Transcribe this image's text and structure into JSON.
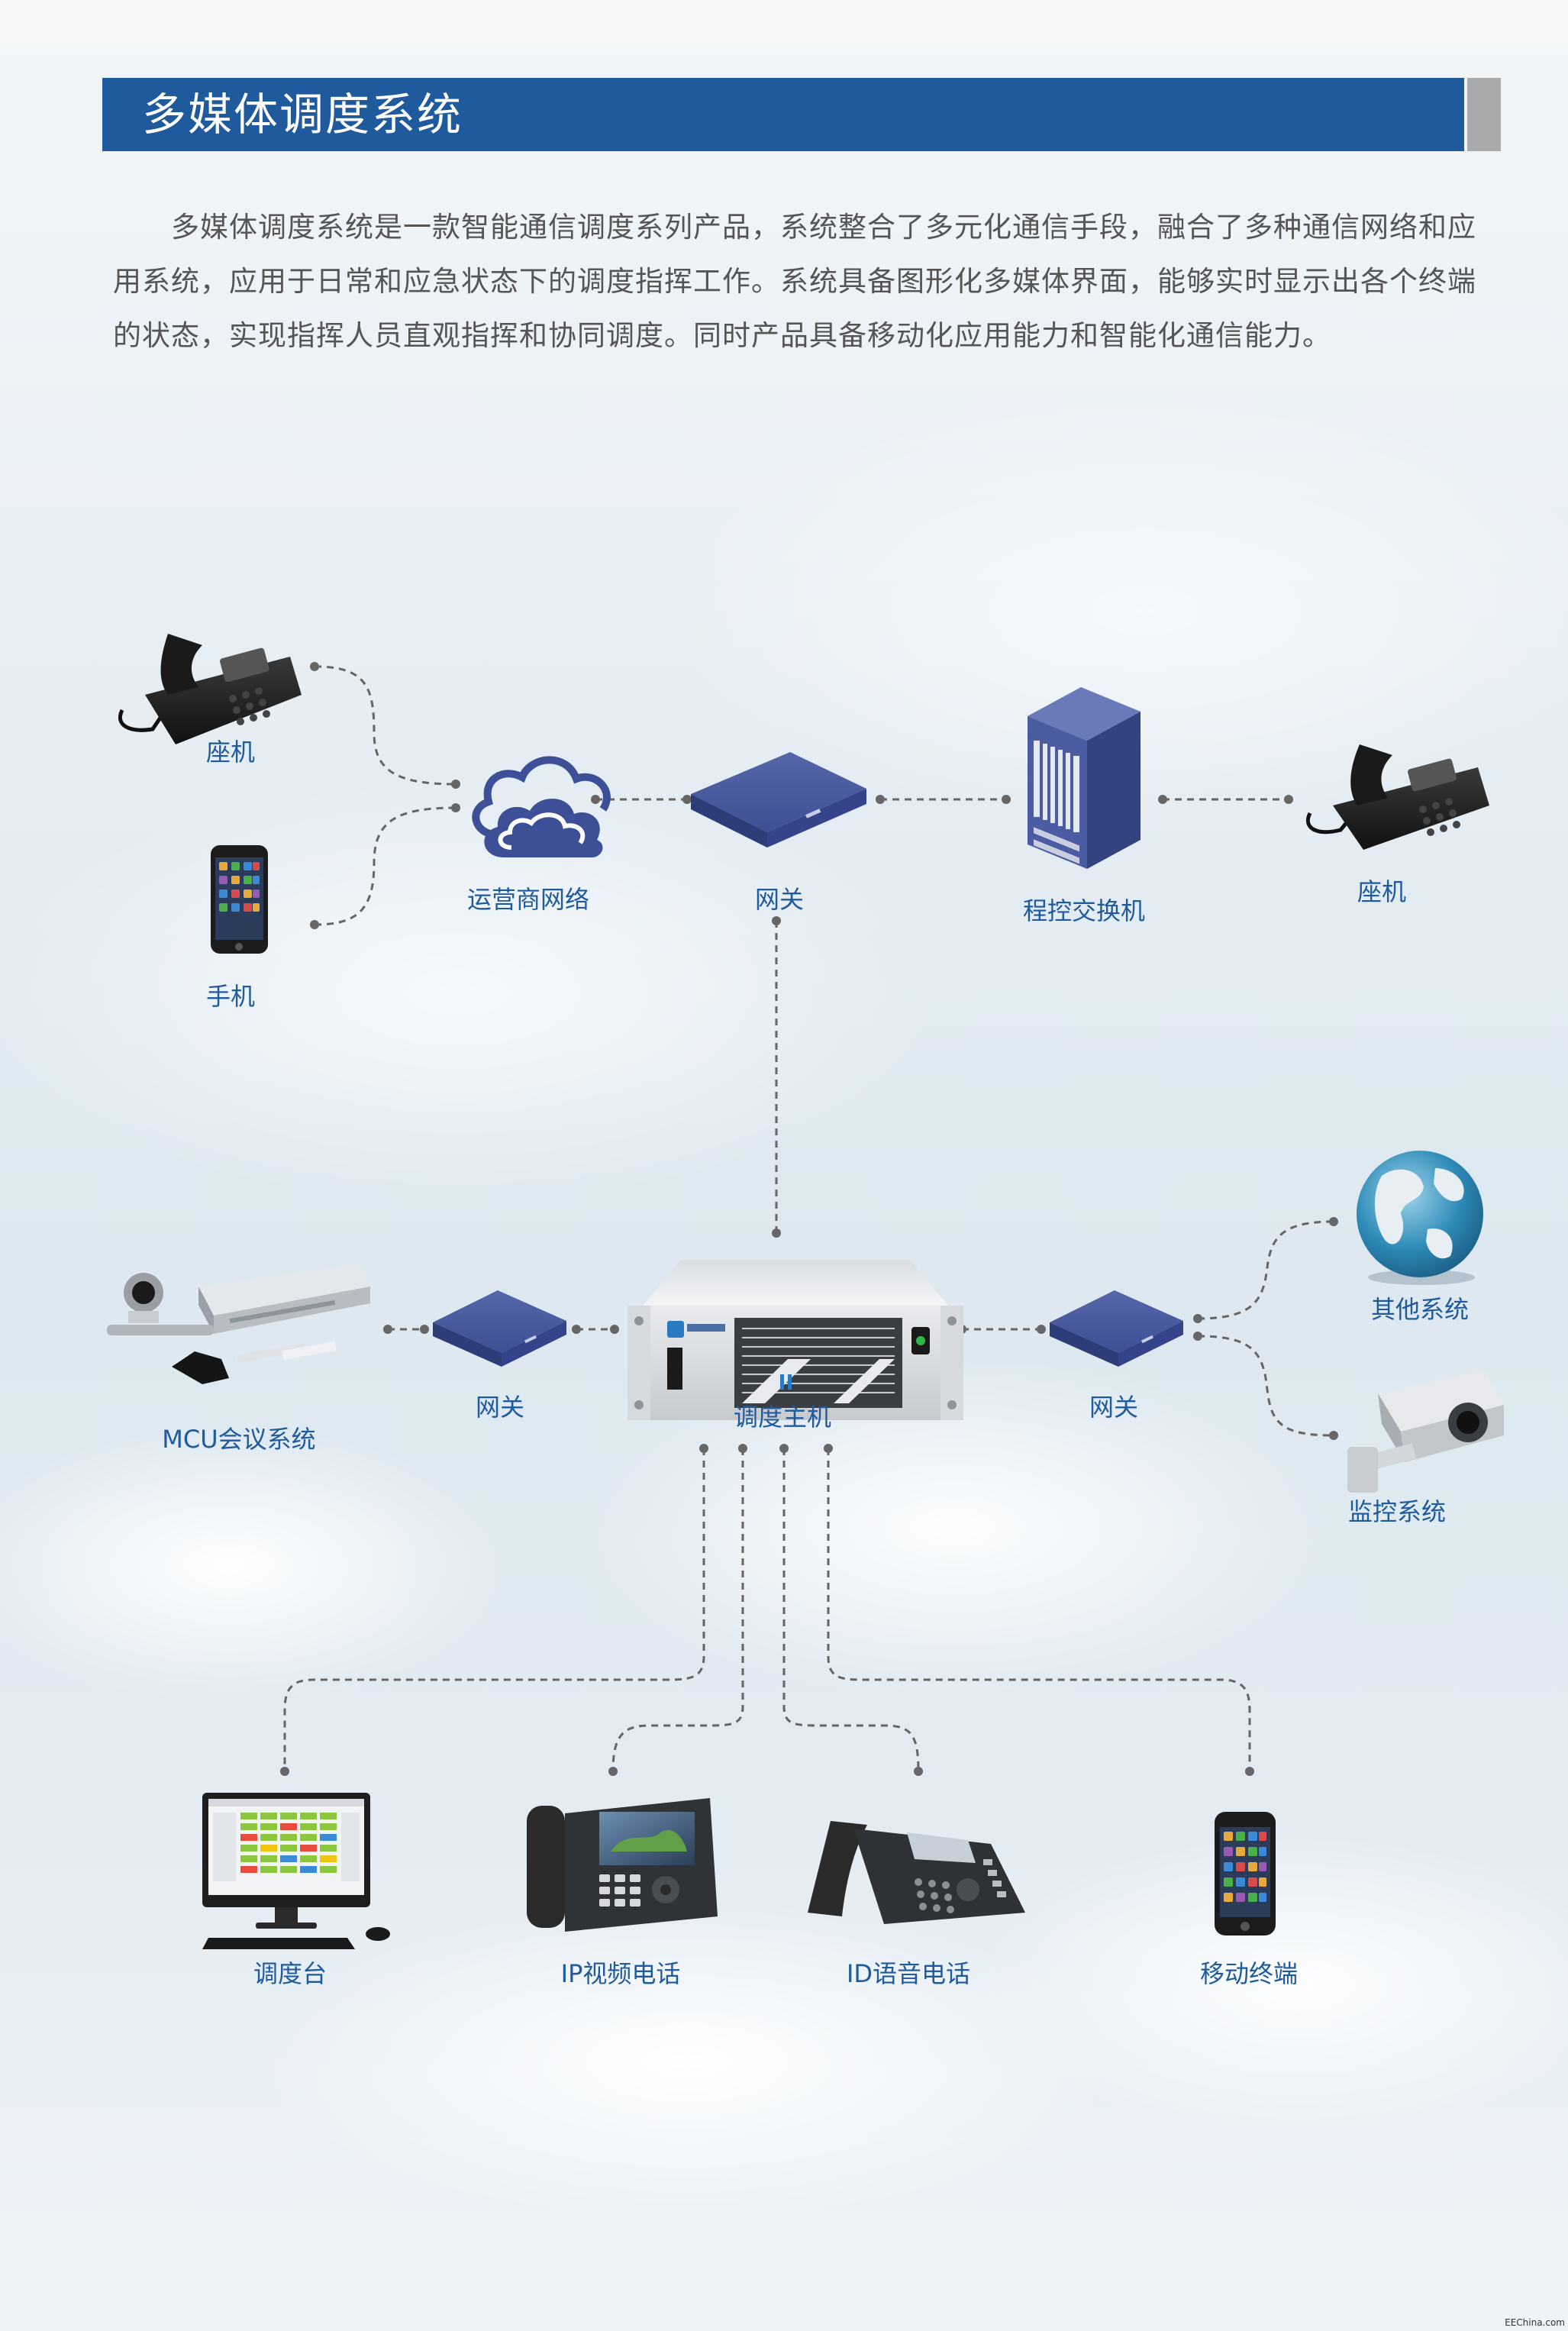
{
  "title": "多媒体调度系统",
  "intro": "多媒体调度系统是一款智能通信调度系列产品，系统整合了多元化通信手段，融合了多种通信网络和应用系统，应用于日常和应急状态下的调度指挥工作。系统具备图形化多媒体界面，能够实时显示出各个终端的状态，实现指挥人员直观指挥和协同调度。同时产品具备移动化应用能力和智能化通信能力。",
  "nodes": {
    "desk_phone_left": "座机",
    "mobile_phone_left": "手机",
    "carrier_network": "运营商网络",
    "gateway_top": "网关",
    "pbx": "程控交换机",
    "desk_phone_right": "座机",
    "mcu": "MCU会议系统",
    "gateway_left": "网关",
    "dispatch_host": "调度主机",
    "gateway_right": "网关",
    "other_systems": "其他系统",
    "surveillance": "监控系统",
    "dispatch_console": "调度台",
    "ip_video_phone": "IP视频电话",
    "id_voice_phone": "ID语音电话",
    "mobile_terminal": "移动终端"
  },
  "footer": "EEChina.com",
  "colors": {
    "accent": "#1f5a9c",
    "device_blue": "#3d4f96",
    "connector": "#666666"
  }
}
